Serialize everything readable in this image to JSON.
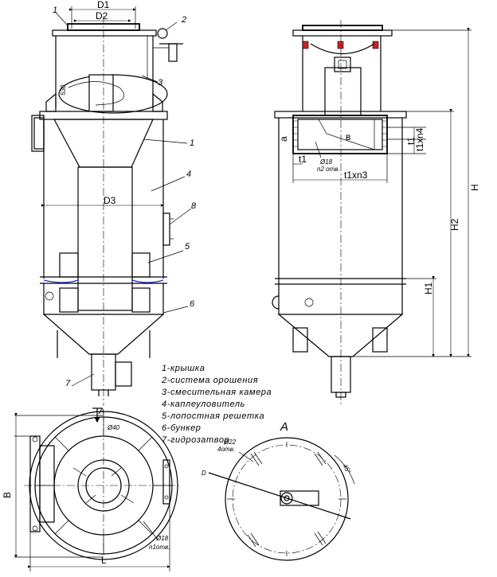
{
  "front_view": {
    "dims": {
      "d1": "D1",
      "d2": "D2",
      "d3": "D3",
      "s30": "530"
    },
    "callouts": [
      "1",
      "2",
      "3",
      "1",
      "4",
      "8",
      "5",
      "6",
      "7"
    ]
  },
  "side_view": {
    "dims": {
      "h": "H",
      "h1": "H1",
      "h2": "H2",
      "a": "a",
      "b": "в",
      "t1_top": "t1",
      "t1n4": "t1xn4",
      "t1_bottom": "t1",
      "t1n3": "t1xn3"
    },
    "hole_note": {
      "dia": "Ø18",
      "count": "n2 отв."
    }
  },
  "plan_view": {
    "view_mark": "A",
    "dims": {
      "b": "B",
      "l": "L",
      "d40": "Ø40"
    },
    "hole_note": {
      "dia": "Ø18",
      "count": "n1отв."
    }
  },
  "flange_view": {
    "view_label": "A",
    "dims": {
      "d": "D",
      "angle": "45°"
    },
    "hole_note": {
      "dia": "Ø22",
      "count": "4отв."
    }
  },
  "legend": [
    "1-крышка",
    "2-система орошения",
    "3-смесительная камера",
    "4-каплеуловитель",
    "5-лопостная решетка",
    "6-бункер",
    "7-гидрозатвор"
  ]
}
